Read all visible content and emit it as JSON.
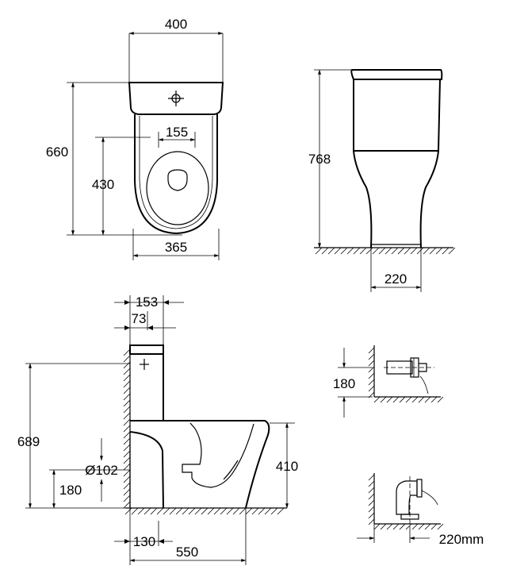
{
  "top_view": {
    "width_label": "400",
    "length_label": "660",
    "seat_depth_label": "430",
    "hole_spacing_label": "155",
    "base_width_label": "365"
  },
  "front_view": {
    "height_label": "768",
    "foot_width_label": "220"
  },
  "side_view": {
    "tank_depth_label": "153",
    "tank_offset_label": "73",
    "total_height_label": "689",
    "outlet_diameter_label": "Ø102",
    "outlet_height_label": "180",
    "seat_height_label": "410",
    "outlet_wall_label": "130",
    "total_depth_label": "550"
  },
  "connection_horizontal": {
    "height_label": "180"
  },
  "connection_vertical": {
    "distance_label": "220mm"
  }
}
